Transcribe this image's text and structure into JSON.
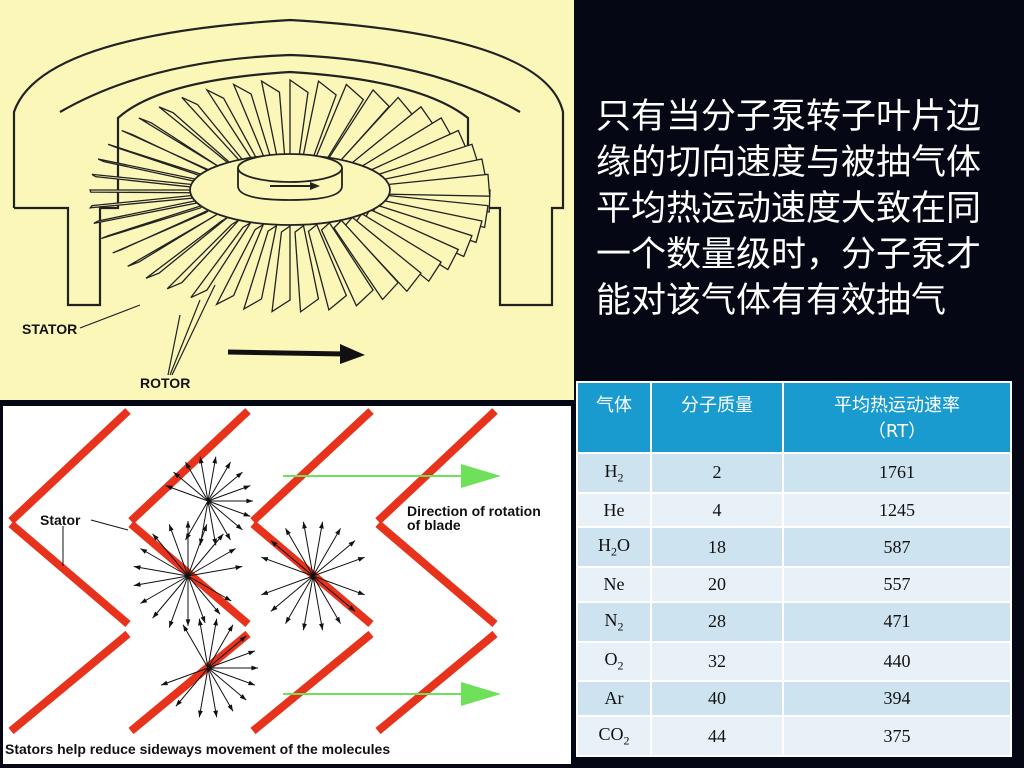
{
  "pump_figure": {
    "stator_label": "STATOR",
    "rotor_label": "ROTOR"
  },
  "blade_figure": {
    "stator_label": "Stator",
    "direction_label_line1": "Direction of rotation",
    "direction_label_line2": "of blade",
    "caption": "Stators help reduce sideways movement of the molecules"
  },
  "slide_text": {
    "lines": [
      "只有当分子泵转子叶片边",
      "缘的切向速度与被抽气体",
      "平均热运动速度大致在同",
      "一个数量级时，分子泵才",
      "能对该气体有有效抽气"
    ]
  },
  "table": {
    "headers": [
      "气体",
      "分子质量",
      "平均热运动速率",
      "（RT）"
    ],
    "rows": [
      {
        "gas": "H",
        "sub": "2",
        "tail": "",
        "mass": "2",
        "speed": "1761"
      },
      {
        "gas": "He",
        "sub": "",
        "tail": "",
        "mass": "4",
        "speed": "1245"
      },
      {
        "gas": "H",
        "sub": "2",
        "tail": "O",
        "mass": "18",
        "speed": "587"
      },
      {
        "gas": "Ne",
        "sub": "",
        "tail": "",
        "mass": "20",
        "speed": "557"
      },
      {
        "gas": "N",
        "sub": "2",
        "tail": "",
        "mass": "28",
        "speed": "471"
      },
      {
        "gas": "O",
        "sub": "2",
        "tail": "",
        "mass": "32",
        "speed": "440"
      },
      {
        "gas": "Ar",
        "sub": "",
        "tail": "",
        "mass": "40",
        "speed": "394"
      },
      {
        "gas": "CO",
        "sub": "2",
        "tail": "",
        "mass": "44",
        "speed": "375"
      }
    ]
  },
  "colors": {
    "slide_background": "#050714",
    "pump_background": "#fbf7b9",
    "table_header": "#199bcf",
    "row_light": "#e7f1f7",
    "row_dark": "#cde3ef",
    "blade_red": "#e8331c",
    "arrow_green": "#6ee05a"
  }
}
